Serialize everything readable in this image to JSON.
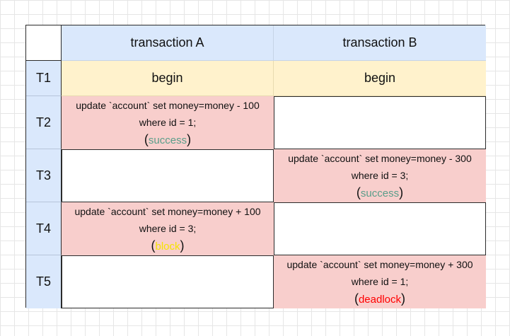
{
  "header": {
    "col_a": "transaction A",
    "col_b": "transaction B"
  },
  "rows": {
    "t1": {
      "label": "T1",
      "a": "begin",
      "b": "begin"
    },
    "t2": {
      "label": "T2",
      "a": {
        "line1": "update `account` set money=money - 100",
        "line2": "where id = 1;",
        "status": "success",
        "status_color": "#5a9e8a"
      }
    },
    "t3": {
      "label": "T3",
      "b": {
        "line1": "update `account` set money=money - 300",
        "line2": "where id = 3;",
        "status": "success",
        "status_color": "#5a9e8a"
      }
    },
    "t4": {
      "label": "T4",
      "a": {
        "line1": "update `account` set money=money + 100",
        "line2": "where id = 3;",
        "status": "block",
        "status_color": "#f5e400"
      }
    },
    "t5": {
      "label": "T5",
      "b": {
        "line1": "update `account` set money=money + 300",
        "line2": "where id = 1;",
        "status": "deadlock",
        "status_color": "#ff0000"
      }
    }
  },
  "punctuation": {
    "open": "(",
    "close": ")"
  },
  "colors": {
    "header_bg": "#dae8fc",
    "begin_bg": "#fff2cc",
    "action_bg": "#f8cecc",
    "success": "#5a9e8a",
    "block": "#f5e400",
    "deadlock": "#ff0000"
  }
}
